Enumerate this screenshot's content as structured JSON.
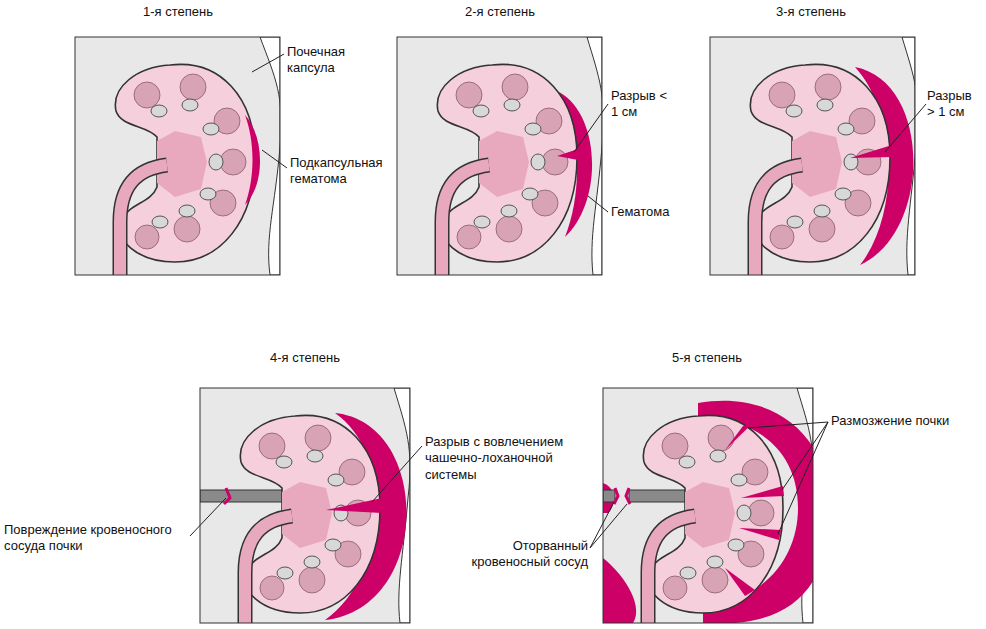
{
  "diagram": {
    "labels": [
      "1-я степень",
      "2-я степень",
      "3-я степень",
      "Почечная капсула",
      "Разрыв < 1 см",
      "Разрыв > 1 см",
      "Подкапсульная гематома",
      "Гематома",
      "4-я степень",
      "5-я степень",
      "Разрыв с вовлечением чашечно-лоханочной системы",
      "Размозжение почки",
      "Повреждение кровеносного сосуда почки",
      "Оторванный кровеносный сосуд"
    ]
  }
}
